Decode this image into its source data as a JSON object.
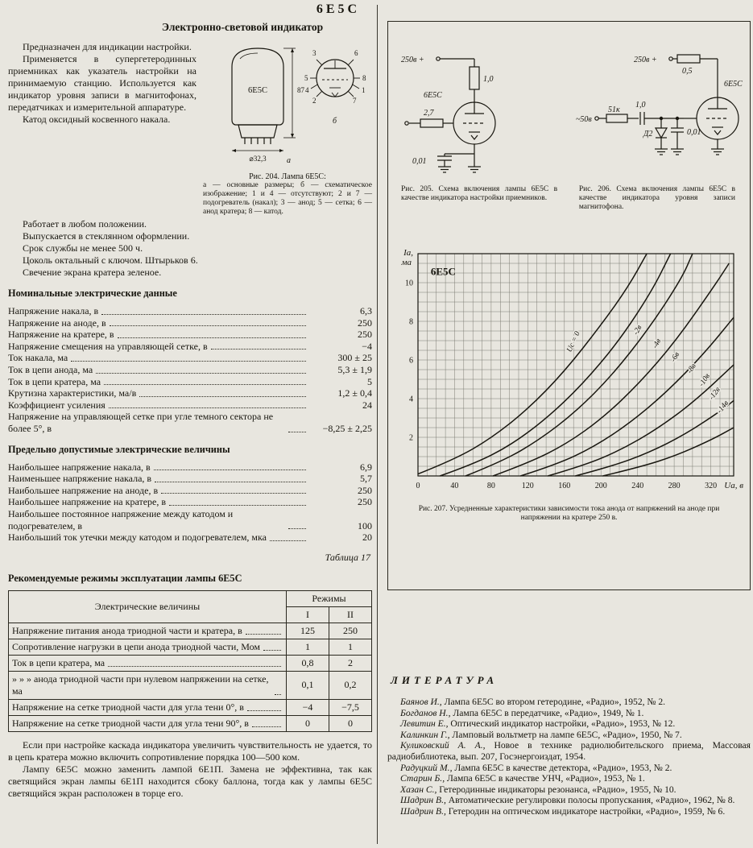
{
  "page": {
    "header": "6Е5С",
    "title": "Электронно-световой индикатор"
  },
  "intro": {
    "p1": "Предназначен для индикации настройки.",
    "p2": "Применяется в супергетеродинных приемниках как указатель настройки на принимаемую станцию. Используется как индикатор уровня записи в магнитофонах, передатчиках и измерительной аппаратуре.",
    "p3": "Катод оксидный косвенного накала."
  },
  "figure204": {
    "caption_title": "Рис. 204. Лампа 6Е5С:",
    "caption_body": "а — основные размеры; б — схематическое изображение; 1 и 4 — отсутствуют; 2 и 7 — подогреватель (накал); 3 — анод; 5 — сетка; 6 — анод кратера; 8 — катод.",
    "tube_label": "6Е5С",
    "dim_height": "87",
    "dim_diameter": "⌀32,3",
    "label_a": "а",
    "label_b": "б",
    "pins": [
      "3",
      "6",
      "5",
      "8",
      "2",
      "7",
      "4",
      "1"
    ]
  },
  "properties": [
    "Работает в любом положении.",
    "Выпускается в стеклянном оформлении.",
    "Срок службы не менее 500 ч.",
    "Цоколь октальный с ключом. Штырьков 6.",
    "Свечение экрана кратера зеленое."
  ],
  "nominal": {
    "heading": "Номинальные электрические данные",
    "rows": [
      {
        "label": "Напряжение накала, в",
        "value": "6,3"
      },
      {
        "label": "Напряжение на аноде, в",
        "value": "250"
      },
      {
        "label": "Напряжение на кратере, в",
        "value": "250"
      },
      {
        "label": "Напряжение смещения на управляющей сетке, в",
        "value": "−4"
      },
      {
        "label": "Ток накала, ма",
        "value": "300 ± 25"
      },
      {
        "label": "Ток в цепи анода, ма",
        "value": "5,3 ± 1,9"
      },
      {
        "label": "Ток в цепи кратера, ма",
        "value": "5"
      },
      {
        "label": "Крутизна характеристики, ма/в",
        "value": "1,2 ± 0,4"
      },
      {
        "label": "Коэффициент усиления",
        "value": "24"
      },
      {
        "label": "Напряжение на управляющей сетке при угле темного сектора не более 5°, в",
        "value": "−8,25 ± 2,25"
      }
    ]
  },
  "limits": {
    "heading": "Предельно допустимые электрические величины",
    "rows": [
      {
        "label": "Наибольшее напряжение накала, в",
        "value": "6,9"
      },
      {
        "label": "Наименьшее напряжение накала, в",
        "value": "5,7"
      },
      {
        "label": "Наибольшее напряжение на аноде, в",
        "value": "250"
      },
      {
        "label": "Наибольшее напряжение на кратере, в",
        "value": "250"
      },
      {
        "label": "Наибольшее постоянное напряжение между катодом и подогревателем, в",
        "value": "100"
      },
      {
        "label": "Наибольший ток утечки между катодом и подогревателем, мка",
        "value": "20"
      }
    ]
  },
  "table17": {
    "label": "Таблица 17",
    "heading": "Рекомендуемые режимы эксплуатации лампы 6Е5С",
    "col_quantities": "Электрические величины",
    "col_modes": "Режимы",
    "mode1": "I",
    "mode2": "II",
    "rows": [
      {
        "label": "Напряжение питания анода триодной части и кратера, в",
        "v1": "125",
        "v2": "250"
      },
      {
        "label": "Сопротивление нагрузки в цепи анода триодной части, Мом",
        "v1": "1",
        "v2": "1"
      },
      {
        "label": "Ток в цепи кратера, ма",
        "v1": "0,8",
        "v2": "2"
      },
      {
        "label": "»  »  »  анода триодной части при нулевом напряжении на сетке, ма",
        "v1": "0,1",
        "v2": "0,2"
      },
      {
        "label": "Напряжение на сетке триодной части для угла тени 0°, в",
        "v1": "−4",
        "v2": "−7,5"
      },
      {
        "label": "Напряжение на сетке триодной части для угла тени 90°, в",
        "v1": "0",
        "v2": "0"
      }
    ]
  },
  "outro": {
    "p1": "Если при настройке каскада индикатора увеличить чувствительность не удается, то в цепь кратера можно включить сопротивление порядка 100—500 ком.",
    "p2": "Лампу 6Е5С можно заменить лампой 6Е1П. Замена не эффективна, так как светящийся экран лампы 6Е1П находится сбоку баллона, тогда как у лампы 6Е5С светящийся экран расположен в торце его."
  },
  "fig205": {
    "caption": "Рис. 205. Схема включения лампы 6Е5С в качестве индикатора настройки приемников.",
    "labels": {
      "supply": "250в +",
      "r1": "1,0",
      "tube": "6Е5С",
      "r2": "2,7",
      "c1": "0,01"
    }
  },
  "fig206": {
    "caption": "Рис. 206. Схема включения лампы 6Е5С в качестве индикатора уровня записи магнитофона.",
    "labels": {
      "supply": "250в +",
      "r1": "0,5",
      "tube": "6Е5С",
      "r2": "51к",
      "c1": "1,0",
      "input": "~50в",
      "diode": "Д2",
      "c2": "0,01"
    }
  },
  "chart_data": {
    "type": "line",
    "title_inset": "6Е5С",
    "caption": "Рис. 207. Усредненные характеристики зависимости тока анода от напряжений на аноде при напряжении на кратере 250 в.",
    "xlabel": "Uа, в",
    "ylabel": "Iа, ма",
    "xlim": [
      0,
      345
    ],
    "ylim": [
      0,
      11.5
    ],
    "xticks": [
      0,
      40,
      80,
      120,
      160,
      200,
      240,
      280,
      320
    ],
    "yticks": [
      2,
      4,
      6,
      8,
      10
    ],
    "grid": {
      "minor_x": 10,
      "minor_y": 0.5
    },
    "series": [
      {
        "name": "Uc = 0",
        "label_at": [
          172,
          6.9
        ],
        "label_angle": -66,
        "points": [
          [
            0,
            0.1
          ],
          [
            40,
            0.85
          ],
          [
            80,
            1.95
          ],
          [
            120,
            3.45
          ],
          [
            160,
            5.4
          ],
          [
            200,
            7.8
          ],
          [
            230,
            9.8
          ],
          [
            250,
            11.5
          ]
        ]
      },
      {
        "name": "-2в",
        "label_at": [
          242,
          7.5
        ],
        "label_angle": -62,
        "points": [
          [
            24,
            0
          ],
          [
            60,
            0.6
          ],
          [
            100,
            1.55
          ],
          [
            140,
            2.95
          ],
          [
            180,
            4.75
          ],
          [
            220,
            7.0
          ],
          [
            256,
            9.6
          ],
          [
            276,
            11.5
          ]
        ]
      },
      {
        "name": "-4в",
        "label_at": [
          263,
          6.8
        ],
        "label_angle": -62,
        "points": [
          [
            52,
            0
          ],
          [
            92,
            0.75
          ],
          [
            132,
            1.85
          ],
          [
            172,
            3.3
          ],
          [
            212,
            5.2
          ],
          [
            252,
            7.6
          ],
          [
            288,
            10.2
          ],
          [
            300,
            11.5
          ]
        ]
      },
      {
        "name": "-6в",
        "label_at": [
          283,
          6.1
        ],
        "label_angle": -60,
        "points": [
          [
            82,
            0
          ],
          [
            122,
            0.7
          ],
          [
            162,
            1.65
          ],
          [
            202,
            3.0
          ],
          [
            242,
            4.8
          ],
          [
            282,
            7.0
          ],
          [
            322,
            9.7
          ],
          [
            340,
            11.0
          ]
        ]
      },
      {
        "name": "-8в",
        "label_at": [
          301,
          5.5
        ],
        "label_angle": -58,
        "points": [
          [
            112,
            0
          ],
          [
            152,
            0.6
          ],
          [
            192,
            1.5
          ],
          [
            232,
            2.75
          ],
          [
            272,
            4.35
          ],
          [
            312,
            6.3
          ],
          [
            345,
            8.2
          ]
        ]
      },
      {
        "name": "-10в",
        "label_at": [
          315,
          4.9
        ],
        "label_angle": -56,
        "points": [
          [
            142,
            0
          ],
          [
            182,
            0.55
          ],
          [
            222,
            1.35
          ],
          [
            262,
            2.45
          ],
          [
            302,
            3.85
          ],
          [
            345,
            5.75
          ]
        ]
      },
      {
        "name": "-12в",
        "label_at": [
          326,
          4.2
        ],
        "label_angle": -54,
        "points": [
          [
            172,
            0
          ],
          [
            212,
            0.5
          ],
          [
            252,
            1.2
          ],
          [
            292,
            2.15
          ],
          [
            332,
            3.4
          ],
          [
            345,
            3.9
          ]
        ]
      },
      {
        "name": "-14в",
        "label_at": [
          335,
          3.5
        ],
        "label_angle": -52,
        "points": [
          [
            202,
            0
          ],
          [
            242,
            0.45
          ],
          [
            282,
            1.05
          ],
          [
            322,
            1.9
          ],
          [
            345,
            2.5
          ]
        ]
      }
    ]
  },
  "literature": {
    "heading": "ЛИТЕРАТУРА",
    "entries": [
      {
        "author": "Баянов И.,",
        "text": " Лампа 6Е5С во втором гетеродине, «Радио», 1952, № 2."
      },
      {
        "author": "Богданов Н.,",
        "text": " Лампа 6Е5С в передатчике, «Радио», 1949, № 1."
      },
      {
        "author": "Левитин Е.,",
        "text": " Оптический индикатор настройки, «Радио», 1953, № 12."
      },
      {
        "author": "Калинкин Г.,",
        "text": " Ламповый вольтметр на лампе 6Е5С, «Радио», 1950, № 7."
      },
      {
        "author": "Куликовский А. А.,",
        "text": " Новое в технике радиолюбительского приема, Массовая радиобиблиотека, вып. 207, Госэнергоиздат, 1954."
      },
      {
        "author": "Радуцкий М.,",
        "text": " Лампа 6Е5С в качестве детектора, «Радио», 1953, № 2."
      },
      {
        "author": "Старин Б.,",
        "text": " Лампа 6Е5С в качестве УНЧ, «Радио», 1953, № 1."
      },
      {
        "author": "Хазан С.,",
        "text": " Гетеродинные индикаторы резонанса, «Радио», 1955, № 10."
      },
      {
        "author": "Шадрин В.,",
        "text": " Автоматические регулировки полосы пропускания, «Радио», 1962, № 8."
      },
      {
        "author": "Шадрин В.,",
        "text": " Гетеродин на оптическом индикаторе настройки, «Радио», 1959, № 6."
      }
    ]
  }
}
